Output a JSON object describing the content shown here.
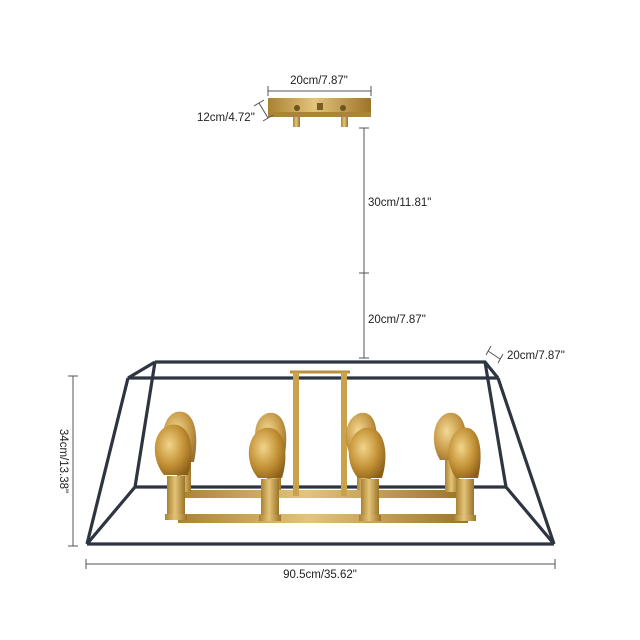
{
  "dimensions": {
    "canopy_width": "20cm/7.87\"",
    "canopy_depth": "12cm/4.72\"",
    "rod_upper": "30cm/11.81\"",
    "rod_lower": "20cm/7.87\"",
    "frame_depth": "20cm/7.87\"",
    "height": "34cm/13.38\"",
    "width": "90.5cm/35.62\""
  },
  "colors": {
    "frame": "#2e3440",
    "brass": "#c9a24a",
    "bulb_glass": "#b8862a"
  },
  "bulbs": 8
}
